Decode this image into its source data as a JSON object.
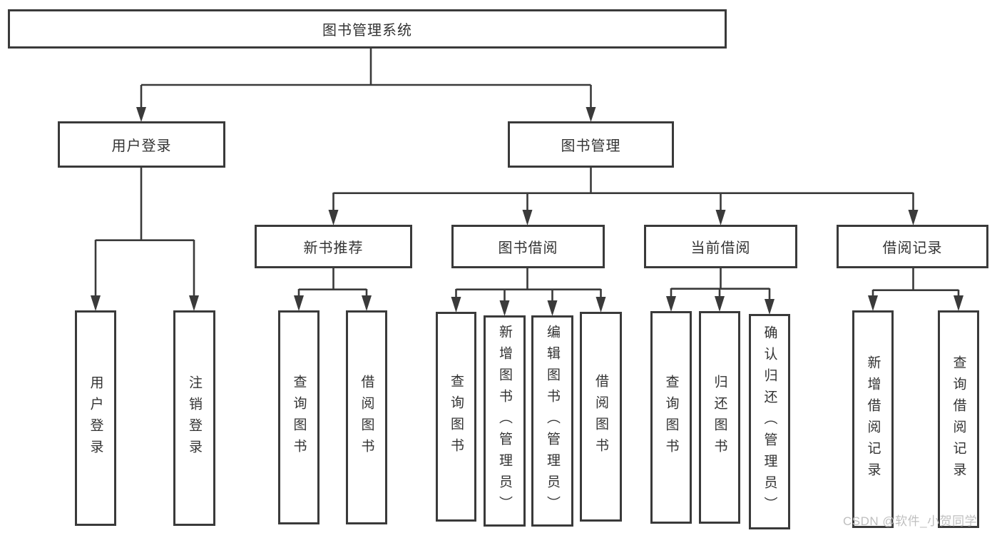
{
  "diagram_title": "图书管理系统",
  "tree": {
    "root": "图书管理系统",
    "branches": [
      {
        "label": "用户登录",
        "children": [
          "用户登录",
          "注销登录"
        ]
      },
      {
        "label": "图书管理",
        "children": [
          {
            "label": "新书推荐",
            "children": [
              "查询图书",
              "借阅图书"
            ]
          },
          {
            "label": "图书借阅",
            "children": [
              "查询图书",
              "新增图书（管理员）",
              "编辑图书（管理员）",
              "借阅图书"
            ]
          },
          {
            "label": "当前借阅",
            "children": [
              "查询图书",
              "归还图书",
              "确认归还（管理员）"
            ]
          },
          {
            "label": "借阅记录",
            "children": [
              "新增借阅记录",
              "查询借阅记录"
            ]
          }
        ]
      }
    ]
  },
  "watermark": "CSDN @软件_小贺同学",
  "colors": {
    "line": "#3a3a3a",
    "text": "#333333",
    "watermark": "#bfbfbf",
    "background": "#ffffff"
  }
}
